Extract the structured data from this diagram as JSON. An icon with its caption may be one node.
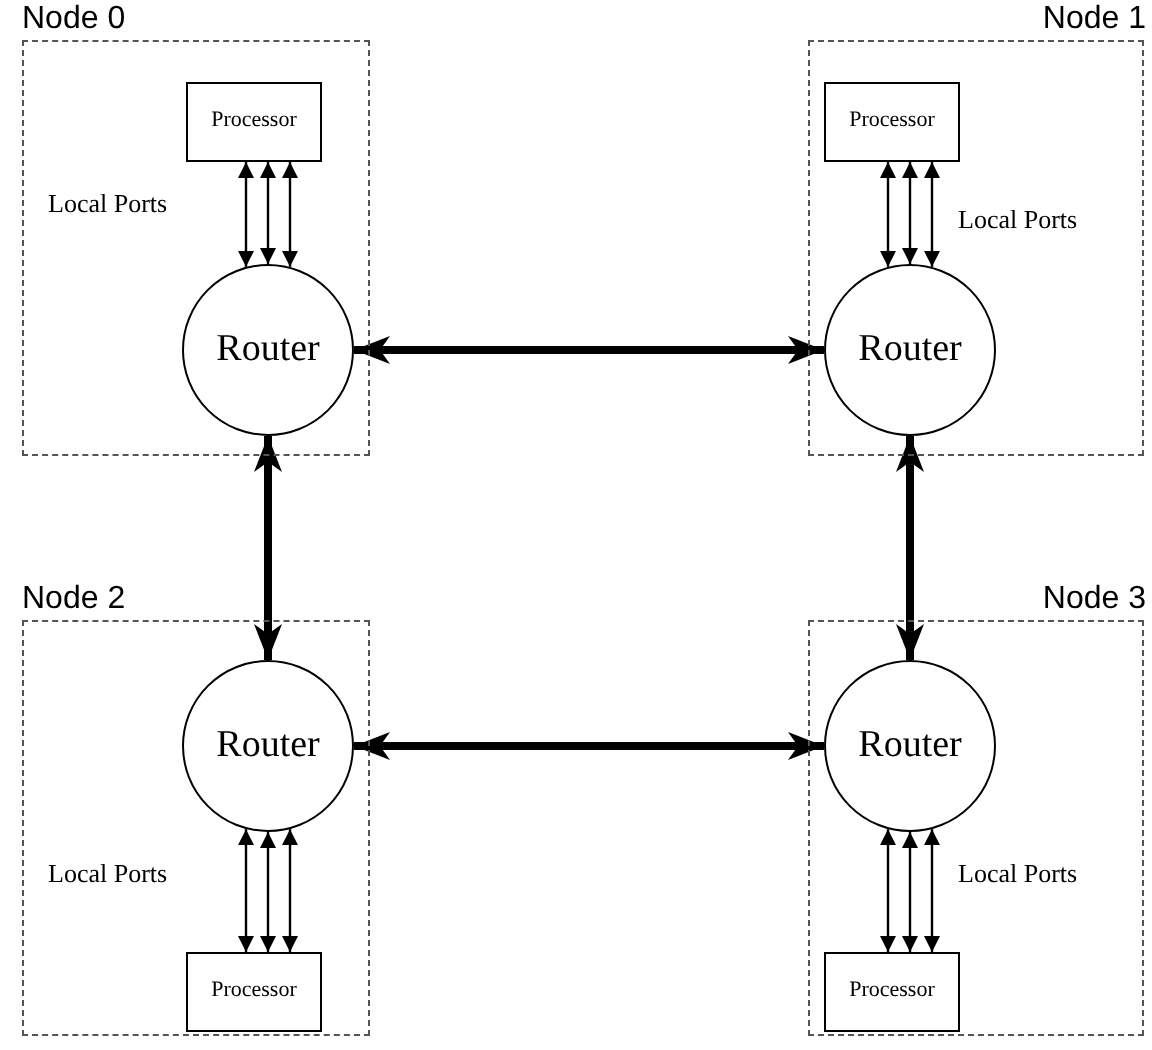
{
  "diagram": {
    "nodes": [
      {
        "text": [
          "Node 0"
        ]
      },
      {
        "text": [
          "Processor"
        ],
        "in": 0
      },
      {
        "text": [
          "Router"
        ],
        "in": 0
      },
      {
        "text": [
          "Node 1"
        ]
      },
      {
        "text": [
          "Processor"
        ],
        "in": 3
      },
      {
        "text": [
          "Router"
        ],
        "in": 3
      },
      {
        "text": [
          "Node 2"
        ]
      },
      {
        "text": [
          "Router"
        ],
        "in": 6
      },
      {
        "text": [
          "Processor"
        ],
        "in": 6
      },
      {
        "text": [
          "Node 3"
        ]
      },
      {
        "text": [
          "Router"
        ],
        "in": 9
      },
      {
        "text": [
          "Processor"
        ],
        "in": 9
      }
    ],
    "edges": [
      {
        "from": 1,
        "to": 2,
        "arrow": "both"
      },
      {
        "from": 1,
        "to": 2,
        "arrow": "both"
      },
      {
        "from": 1,
        "to": 2,
        "arrow": "both"
      },
      {
        "from": 4,
        "to": 5,
        "arrow": "both"
      },
      {
        "from": 4,
        "to": 5,
        "arrow": "both"
      },
      {
        "from": 4,
        "to": 5,
        "arrow": "both"
      },
      {
        "from": 8,
        "to": 7,
        "arrow": "both"
      },
      {
        "from": 8,
        "to": 7,
        "arrow": "both"
      },
      {
        "from": 8,
        "to": 7,
        "arrow": "both"
      },
      {
        "from": 11,
        "to": 10,
        "arrow": "both"
      },
      {
        "from": 11,
        "to": 10,
        "arrow": "both"
      },
      {
        "from": 11,
        "to": 10,
        "arrow": "both"
      },
      {
        "from": 2,
        "to": 5,
        "arrow": "both",
        "style": "thick"
      },
      {
        "from": 2,
        "to": 7,
        "arrow": "both",
        "style": "thick"
      },
      {
        "from": 5,
        "to": 10,
        "arrow": "both",
        "style": "thick"
      },
      {
        "from": 7,
        "to": 10,
        "arrow": "both",
        "style": "thick"
      }
    ],
    "labels": [
      "Local Ports",
      "Local Ports",
      "Local Ports",
      "Local Ports"
    ]
  }
}
